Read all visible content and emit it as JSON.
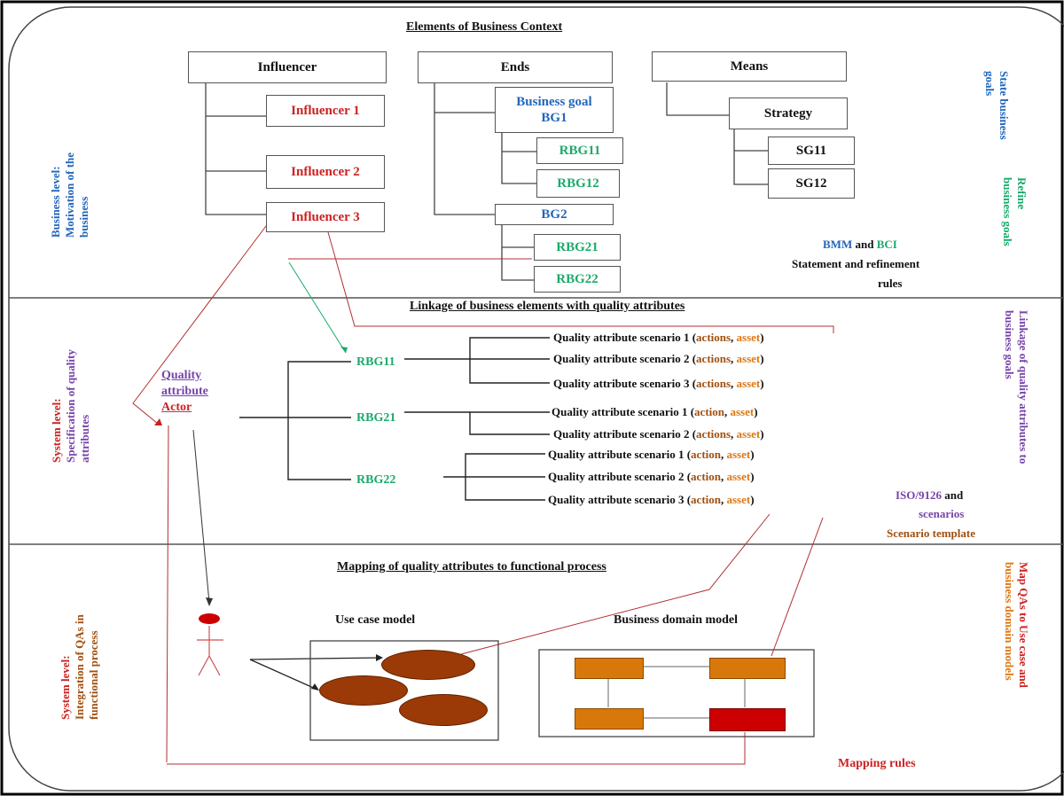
{
  "sections": {
    "context_title": "Elements of Business Context",
    "linkage_title": "Linkage of business elements with quality attributes",
    "mapping_title": "Mapping of quality attributes to functional process"
  },
  "left_labels": {
    "business_level": [
      "Business level:",
      "Motivation of the",
      "business"
    ],
    "system_level_1": [
      "System level:",
      "Specification of quality",
      "attributes"
    ],
    "system_level_2": [
      "System level:",
      "Integration of QAs in",
      "functional process"
    ]
  },
  "right_labels": {
    "state_goals": [
      "State business",
      "goals"
    ],
    "refine_goals": [
      "Refine",
      "business goals"
    ],
    "linkage_goals": [
      "Linkage of quality attributes to",
      "business goals"
    ],
    "map_qas": [
      "Map QAs to Use case and",
      "business domain models"
    ]
  },
  "rules": {
    "bmm": "BMM",
    "and": "and",
    "bci": "BCI",
    "statement": "Statement and refinement",
    "rules_word": "rules",
    "iso": "ISO/9126",
    "and2": "and",
    "scenarios": "scenarios",
    "scenario_template": "Scenario template",
    "mapping_rules": "Mapping rules"
  },
  "context": {
    "influencer": "Influencer",
    "influencer1": "Influencer 1",
    "influencer2": "Influencer 2",
    "influencer3": "Influencer 3",
    "ends": "Ends",
    "bg1_line1": "Business goal",
    "bg1_line2": "BG1",
    "rbg11": "RBG11",
    "rbg12": "RBG12",
    "bg2": "BG2",
    "rbg21": "RBG21",
    "rbg22": "RBG22",
    "means": "Means",
    "strategy": "Strategy",
    "sg11": "SG11",
    "sg12": "SG12"
  },
  "linkage": {
    "actor_line1": "Quality",
    "actor_line2": "attribute",
    "actor_line3": "Actor",
    "rbg11": "RBG11",
    "rbg21": "RBG21",
    "rbg22": "RBG22",
    "scenarios": [
      {
        "text": "Quality attribute scenario 1 (",
        "a": "actions",
        "sep": ", ",
        "b": "asset",
        "end": ")"
      },
      {
        "text": "Quality attribute scenario 2 (",
        "a": "actions",
        "sep": ", ",
        "b": "asset",
        "end": ")"
      },
      {
        "text": "Quality attribute scenario 3 (",
        "a": "actions",
        "sep": ", ",
        "b": "asset",
        "end": ")"
      },
      {
        "text": "Quality attribute scenario 1 (",
        "a": "action",
        "sep": ", ",
        "b": "asset",
        "end": ")"
      },
      {
        "text": "Quality attribute scenario 2 (",
        "a": "actions",
        "sep": ", ",
        "b": "asset",
        "end": ")"
      },
      {
        "text": "Quality attribute scenario 1 (",
        "a": "action",
        "sep": ", ",
        "b": "asset",
        "end": ")"
      },
      {
        "text": "Quality attribute scenario 2 (",
        "a": "action",
        "sep": ", ",
        "b": "asset",
        "end": ")"
      },
      {
        "text": "Quality attribute scenario 3 (",
        "a": "action",
        "sep": ", ",
        "b": "asset",
        "end": ")"
      }
    ]
  },
  "mapping": {
    "use_case_model": "Use case model",
    "business_domain_model": "Business domain model"
  },
  "colors": {
    "red": "#cc2222",
    "green": "#1aaa6a",
    "blue": "#2266bb",
    "purple": "#7744aa",
    "brown": "#a05010",
    "orange": "#dd7711"
  }
}
